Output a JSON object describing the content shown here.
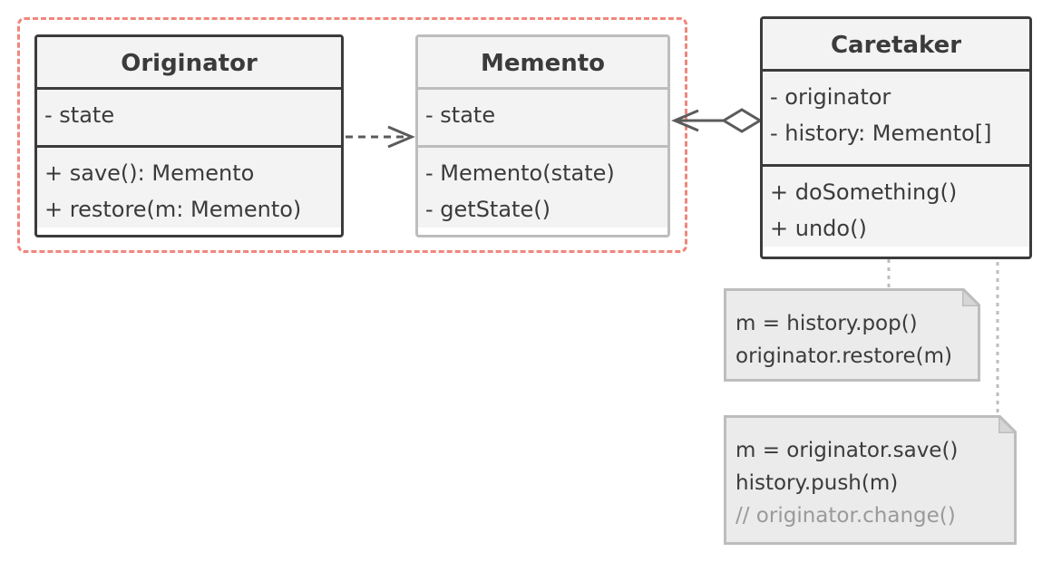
{
  "originator": {
    "title": "Originator",
    "fields": [
      "- state"
    ],
    "methods": [
      "+ save(): Memento",
      "+ restore(m: Memento)"
    ]
  },
  "memento": {
    "title": "Memento",
    "fields": [
      "- state"
    ],
    "methods": [
      "- Memento(state)",
      "- getState()"
    ]
  },
  "caretaker": {
    "title": "Caretaker",
    "fields": [
      "- originator",
      "- history: Memento[]"
    ],
    "methods": [
      "+ doSomething()",
      "+ undo()"
    ]
  },
  "notes": {
    "undo": [
      "m = history.pop()",
      "originator.restore(m)"
    ],
    "do_something": [
      "m = originator.save()",
      "history.push(m)",
      "// originator.change()"
    ]
  },
  "colors": {
    "group_border": "#f0877c",
    "dark_border": "#3b3b3b",
    "light_border": "#bdbdbd",
    "box_fill": "#f3f3f3",
    "note_fill": "#ebebeb",
    "comment_text": "#9a9a9a"
  }
}
